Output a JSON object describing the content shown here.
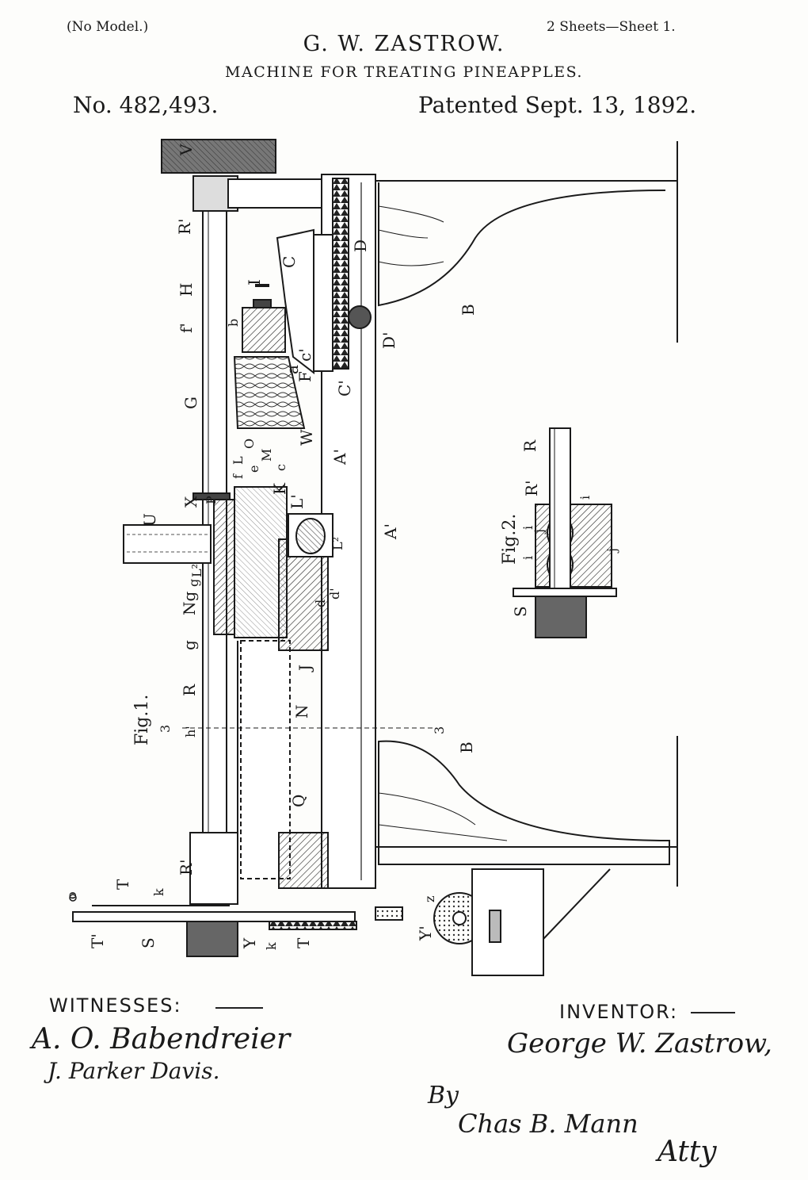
{
  "header": {
    "no_model": "(No Model.)",
    "sheets": "2 Sheets—Sheet 1.",
    "inventor_name": "G. W. ZASTROW.",
    "title": "MACHINE FOR TREATING PINEAPPLES.",
    "patent_number": "No. 482,493.",
    "patented_date": "Patented Sept. 13, 1892."
  },
  "drawing": {
    "figure1_label": "Fig.1.",
    "figure2_label": "Fig.2.",
    "labels": {
      "V": "V",
      "R_prime_top": "R'",
      "C": "C",
      "D": "D",
      "I": "I",
      "H": "H",
      "f_prime": "f'",
      "b": "b",
      "B_top": "B",
      "D_prime": "D'",
      "G": "G",
      "a": "a",
      "c_prime": "c'",
      "F": "F",
      "C_prime": "C'",
      "W": "W",
      "A_prime_upper": "A'",
      "O": "O",
      "M": "M",
      "L_top": "L",
      "f": "f",
      "e": "e",
      "c": "c",
      "K": "K",
      "X": "X",
      "P": "P",
      "U": "U",
      "L_prime": "L'",
      "A_prime_lower": "A'",
      "L2_right": "L²",
      "d_prime": "d'",
      "d": "d",
      "L2_left": "L²",
      "g_top": "g",
      "N_g": "Ng",
      "g": "g",
      "J": "J",
      "R": "R",
      "N": "N",
      "three_left": "3",
      "h": "h'",
      "three_right": "3",
      "B_bottom": "B",
      "Q": "Q",
      "R_prime_bottom": "R'",
      "o": "o",
      "T_top": "T",
      "k_top": "k",
      "T_prime": "T'",
      "S": "S",
      "Y": "Y",
      "k_bottom": "k",
      "T_bottom": "T",
      "Y_prime": "Y'",
      "z": "z",
      "fig2_R": "R",
      "fig2_R_prime": "R'",
      "fig2_i_top": "i",
      "fig2_i": "i",
      "fig2_j": "j",
      "fig2_i2": "i",
      "fig2_j2": "j",
      "fig2_S": "S"
    }
  },
  "footer": {
    "witnesses_label": "WITNESSES:",
    "witness1": "A. O. Babendreier",
    "witness2": "J. Parker Davis.",
    "inventor_label": "INVENTOR:",
    "inventor_signature": "George W. Zastrow,",
    "by": "By",
    "attorney": "Chas B. Mann",
    "atty": "Atty"
  }
}
